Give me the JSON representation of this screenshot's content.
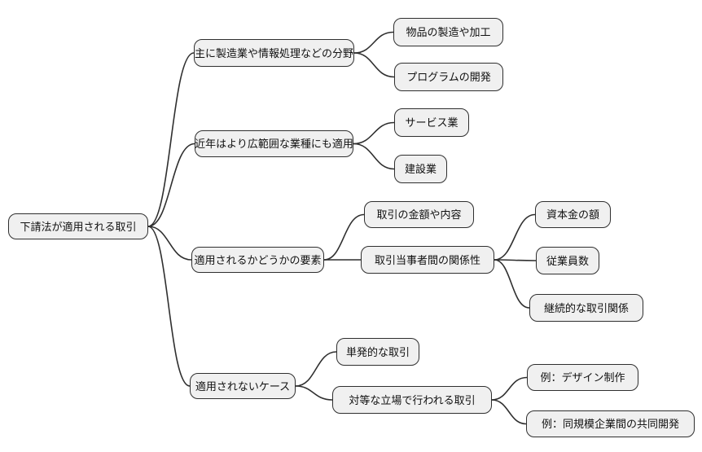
{
  "diagram": {
    "type": "mindmap",
    "language": "ja",
    "topic": "下請法が適用される取引"
  },
  "colors": {
    "background": "#ffffff",
    "node_fill": "#f0f0f0",
    "node_border": "#2f2f2f",
    "edge": "#2f2f2f",
    "text": "#111111"
  },
  "nodes": [
    {
      "id": 0,
      "label": "下請法が適用される取引",
      "parent": null,
      "level": 0
    },
    {
      "id": 1,
      "label": "主に製造業や情報処理などの分野",
      "parent": 0,
      "level": 1
    },
    {
      "id": 2,
      "label": "物品の製造や加工",
      "parent": 1,
      "level": 2
    },
    {
      "id": 3,
      "label": "プログラムの開発",
      "parent": 1,
      "level": 2
    },
    {
      "id": 4,
      "label": "近年はより広範囲な業種にも適用",
      "parent": 0,
      "level": 1
    },
    {
      "id": 5,
      "label": "サービス業",
      "parent": 4,
      "level": 2
    },
    {
      "id": 6,
      "label": "建設業",
      "parent": 4,
      "level": 2
    },
    {
      "id": 7,
      "label": "適用されるかどうかの要素",
      "parent": 0,
      "level": 1
    },
    {
      "id": 8,
      "label": "取引の金額や内容",
      "parent": 7,
      "level": 2
    },
    {
      "id": 9,
      "label": "取引当事者間の関係性",
      "parent": 7,
      "level": 2
    },
    {
      "id": 10,
      "label": "資本金の額",
      "parent": 9,
      "level": 3
    },
    {
      "id": 11,
      "label": "従業員数",
      "parent": 9,
      "level": 3
    },
    {
      "id": 12,
      "label": "継続的な取引関係",
      "parent": 9,
      "level": 3
    },
    {
      "id": 13,
      "label": "適用されないケース",
      "parent": 0,
      "level": 1
    },
    {
      "id": 14,
      "label": "単発的な取引",
      "parent": 13,
      "level": 2
    },
    {
      "id": 15,
      "label": "対等な立場で行われる取引",
      "parent": 13,
      "level": 2
    },
    {
      "id": 16,
      "label": "例：デザイン制作",
      "parent": 15,
      "level": 3
    },
    {
      "id": 17,
      "label": "例：同規模企業間の共同開発",
      "parent": 15,
      "level": 3
    }
  ],
  "edges": [
    {
      "from": 0,
      "to": 1
    },
    {
      "from": 0,
      "to": 4
    },
    {
      "from": 0,
      "to": 7
    },
    {
      "from": 0,
      "to": 13
    },
    {
      "from": 1,
      "to": 2
    },
    {
      "from": 1,
      "to": 3
    },
    {
      "from": 4,
      "to": 5
    },
    {
      "from": 4,
      "to": 6
    },
    {
      "from": 7,
      "to": 8
    },
    {
      "from": 7,
      "to": 9
    },
    {
      "from": 9,
      "to": 10
    },
    {
      "from": 9,
      "to": 11
    },
    {
      "from": 9,
      "to": 12
    },
    {
      "from": 13,
      "to": 14
    },
    {
      "from": 13,
      "to": 15
    },
    {
      "from": 15,
      "to": 16
    },
    {
      "from": 15,
      "to": 17
    }
  ]
}
